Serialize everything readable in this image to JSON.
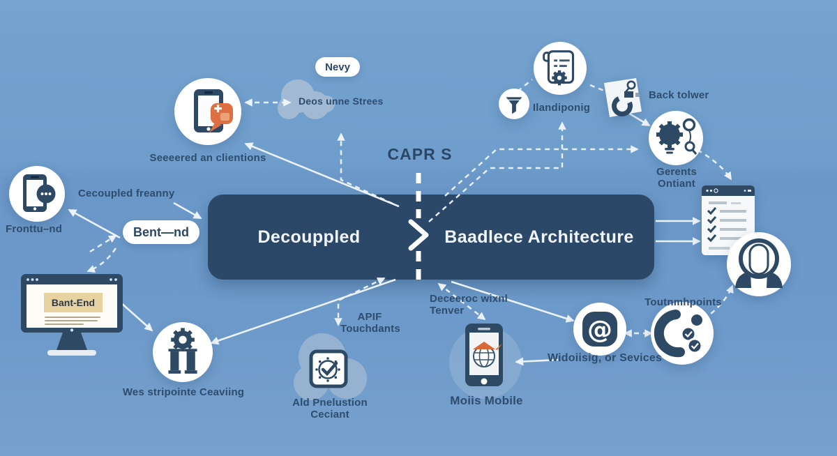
{
  "colors": {
    "background": "#6d9aca",
    "banner": "#2c4868",
    "ink": "#2e4c6d",
    "icon_navy": "#2d4964",
    "orange": "#dd6f42",
    "orange_light": "#eba374",
    "tan_box": "#e7d3a0",
    "cloud": "#a2b9d3",
    "white": "#ffffff"
  },
  "banner": {
    "left_label": "Decouppled",
    "right_label": "Baadlece Architecture"
  },
  "caption": "CAPR S",
  "pills": {
    "new": "Nevy",
    "backend": "Bent—nd"
  },
  "monitor": {
    "screen_title": "Bant-End"
  },
  "labels": {
    "top_tablet": "Seeeered an clientions",
    "cloud_stream": "Deos unne Strees",
    "decoupled_frontend": "Cecoupled freanny",
    "frontend": "Fronttu–nd",
    "web_services": "Wes stripointe Ceaviing",
    "validation": "Ald Pnelustion Ceciant",
    "api_line1": "APIF",
    "api_line2": "Touchdants",
    "delivered_server": "Deceeroc wixnl Tenver",
    "mobile": "Moiis Mobile",
    "widgets_services": "Widoiisig, or Sevices",
    "touchpoints": "Toutnmhpoints",
    "handling": "Ilandiponig",
    "back_server": "Back tolwer",
    "content": "Gerents Ontiant"
  },
  "icons": {
    "at_symbol": "@"
  }
}
